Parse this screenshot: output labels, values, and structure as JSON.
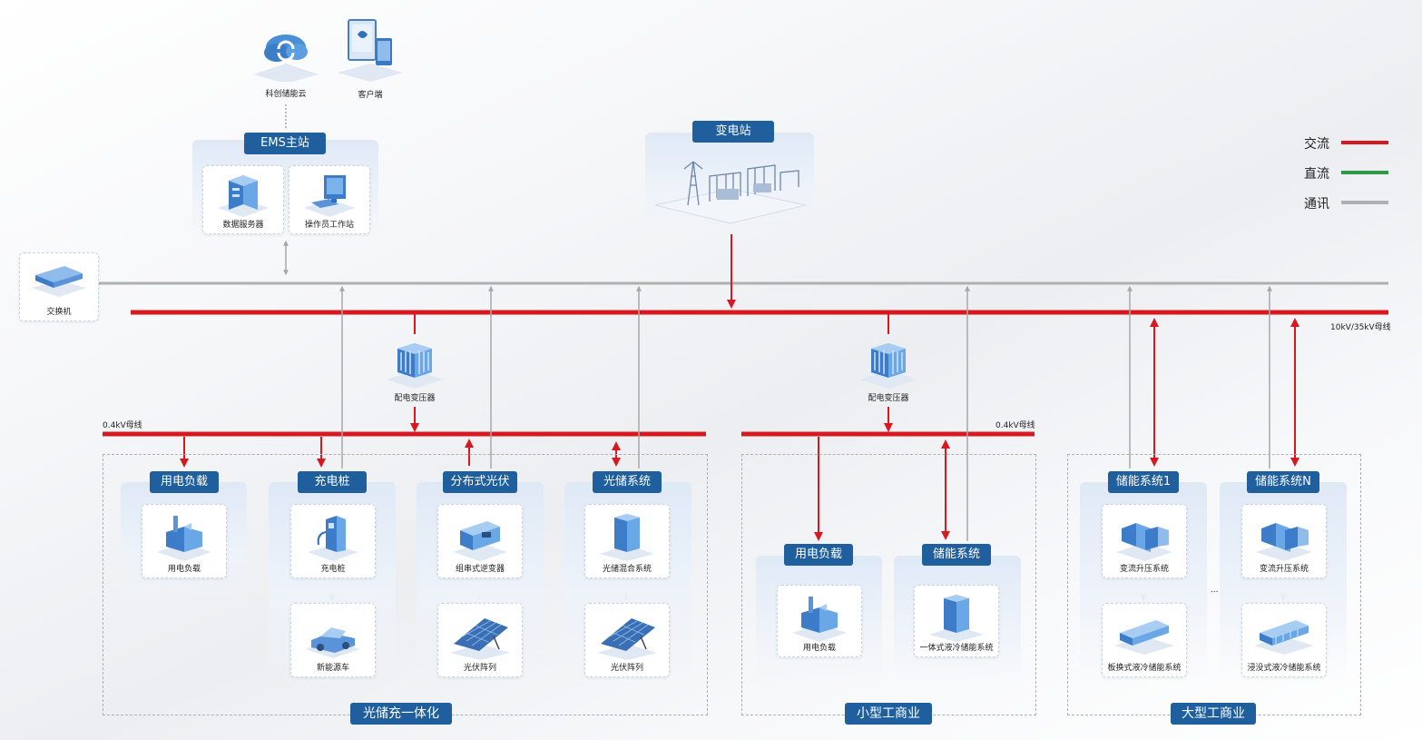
{
  "cloud": {
    "label": "科创储能云"
  },
  "client": {
    "label": "客户端"
  },
  "ems": {
    "title": "EMS主站",
    "data_server": "数据服务器",
    "operator": "操作员工作站"
  },
  "switch": {
    "label": "交换机"
  },
  "substation": {
    "title": "变电站"
  },
  "legend": {
    "ac": "交流",
    "dc": "直流",
    "comm": "通讯",
    "ac_color": "#d7191f",
    "dc_color": "#2e9a47",
    "comm_color": "#b0b0b0"
  },
  "bus_high": "10kV/35kV母线",
  "bus_low_left": "0.4kV母线",
  "bus_low_right": "0.4kV母线",
  "transformer_left": "配电变压器",
  "transformer_right": "配电变压器",
  "group1": {
    "title": "光储充一体化",
    "load": {
      "title": "用电负载",
      "item": "用电负载"
    },
    "charger": {
      "title": "充电桩",
      "item": "充电桩",
      "sub": "新能源车"
    },
    "pv": {
      "title": "分布式光伏",
      "item": "组串式逆变器",
      "sub": "光伏阵列"
    },
    "pvstorage": {
      "title": "光储系统",
      "item": "光储混合系统",
      "sub": "光伏阵列"
    }
  },
  "group2": {
    "title": "小型工商业",
    "load": {
      "title": "用电负载",
      "item": "用电负载"
    },
    "storage": {
      "title": "储能系统",
      "item": "一体式液冷储能系统"
    }
  },
  "group3": {
    "title": "大型工商业",
    "s1": {
      "title": "储能系统1",
      "item": "变流升压系统",
      "sub": "板换式液冷储能系统"
    },
    "sn": {
      "title": "储能系统N",
      "item": "变流升压系统",
      "sub": "浸没式液冷储能系统"
    },
    "ellipsis": "..."
  }
}
